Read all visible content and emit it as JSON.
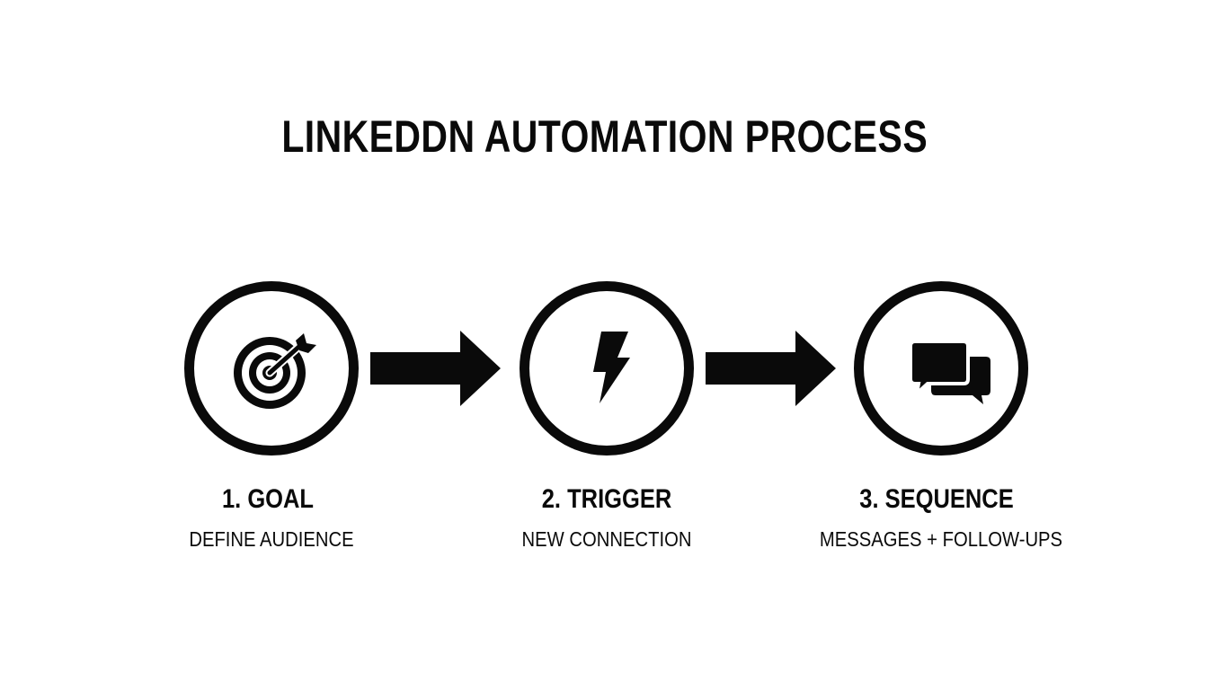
{
  "title": "LINKEDDN AUTOMATION PROCESS",
  "steps": [
    {
      "label": "1. GOAL",
      "description": "DEFINE AUDIENCE",
      "icon": "target-icon"
    },
    {
      "label": "2. TRIGGER",
      "description": "NEW CONNECTION",
      "icon": "lightning-bolt-icon"
    },
    {
      "label": "3. SEQUENCE",
      "description": "MESSAGES + FOLLOW-UPS",
      "icon": "chat-bubbles-icon"
    }
  ],
  "connectors": [
    "arrow-right-icon",
    "arrow-right-icon"
  ],
  "colors": {
    "ink": "#0a0a0a",
    "background": "#ffffff"
  }
}
